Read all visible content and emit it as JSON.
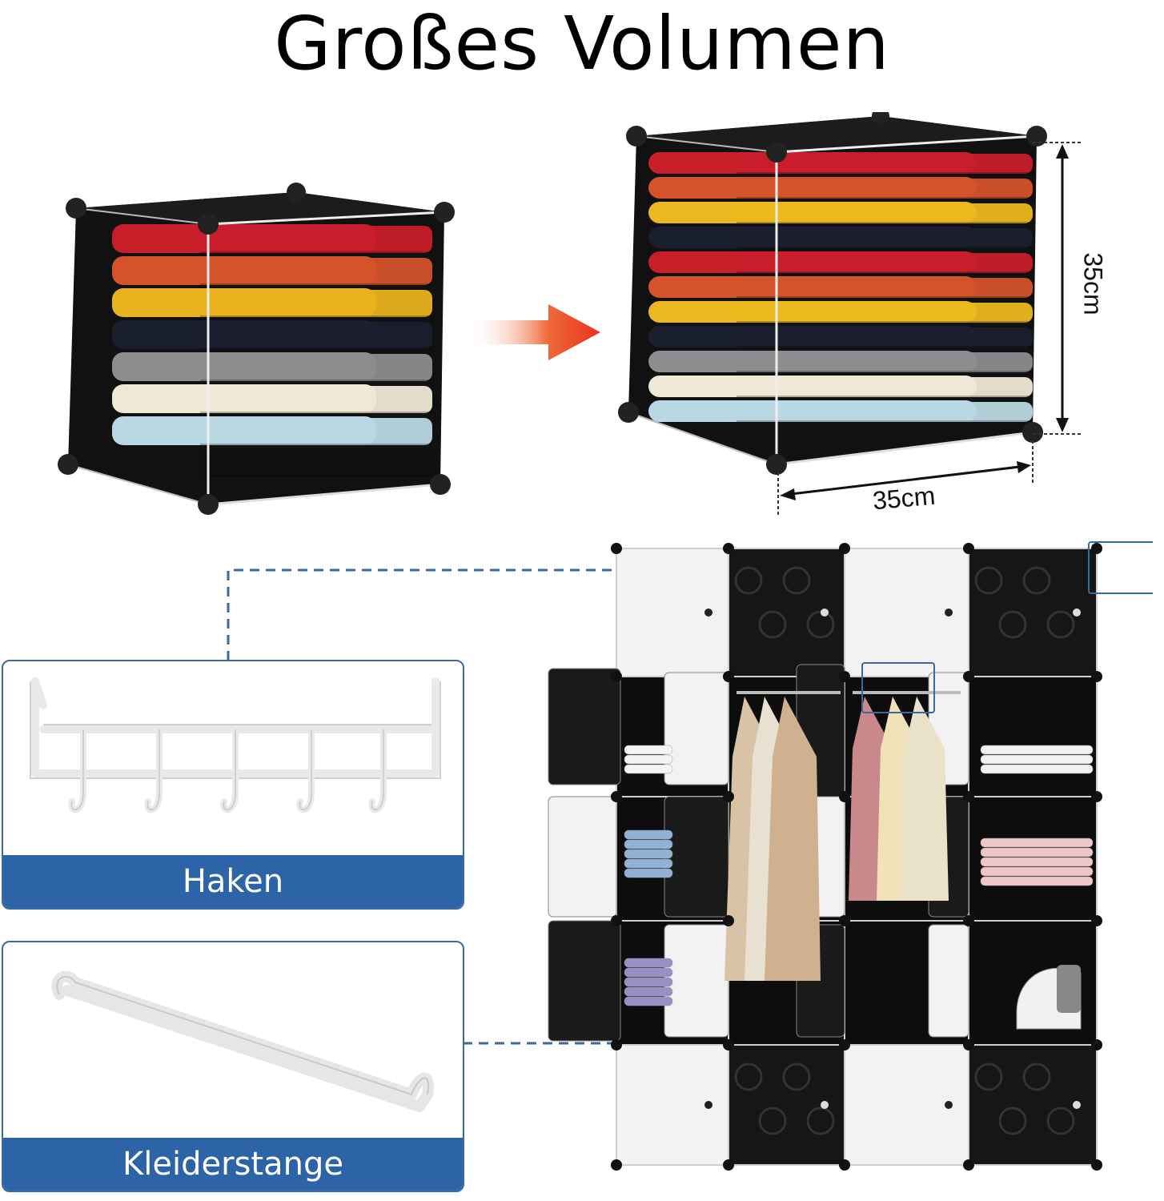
{
  "title": "Großes Volumen",
  "dimensions": {
    "height": "35cm",
    "width": "35cm"
  },
  "accessories": [
    {
      "name": "Haken",
      "icon": "hook-rack-icon"
    },
    {
      "name": "Kleiderstange",
      "icon": "clothes-rail-icon"
    }
  ],
  "colors": {
    "accent_blue": "#2d64a8",
    "arrow_red": "#e8321e",
    "cube_black": "#111111",
    "door_white": "#f2f2f2"
  },
  "stacks": {
    "small": [
      "#c81e2a",
      "#d4532a",
      "#e9b21f",
      "#1a1f2e",
      "#8d8d90",
      "#efe8d6",
      "#b9d8e4",
      "#111111"
    ],
    "large": [
      "#c81e2a",
      "#d4532a",
      "#ecb820",
      "#1a1f2e",
      "#c81e2a",
      "#d4532a",
      "#ecb820",
      "#1a1f2e",
      "#8d8d90",
      "#efe8d6",
      "#b9d8e4"
    ]
  }
}
